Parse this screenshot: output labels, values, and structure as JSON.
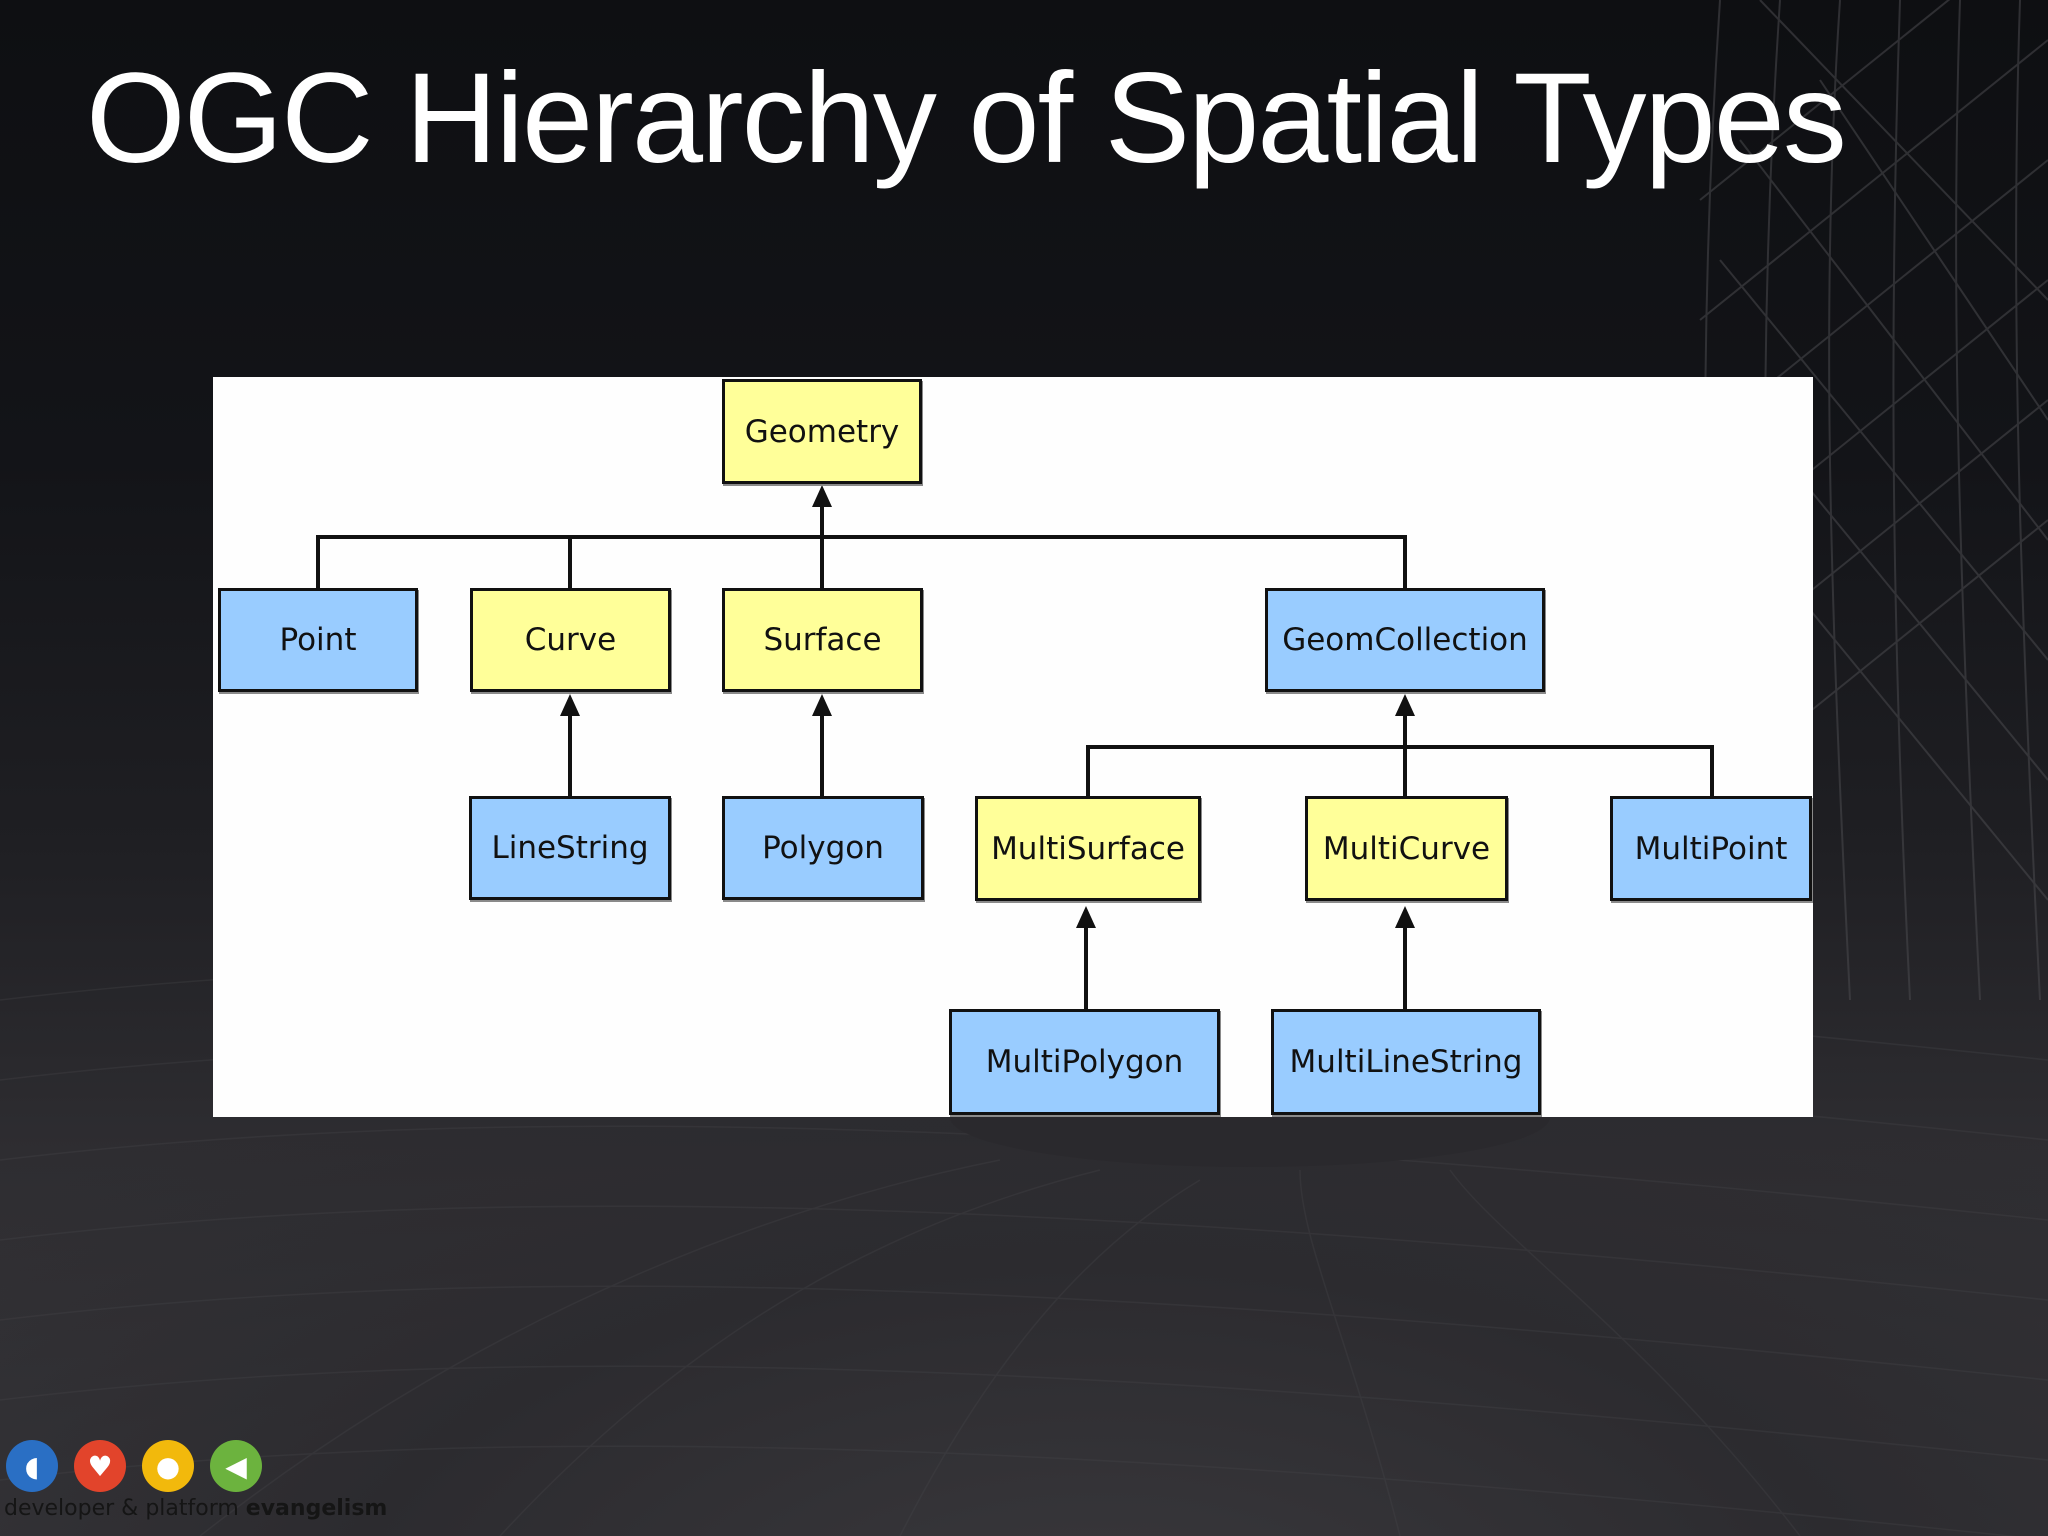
{
  "slide": {
    "title": "OGC Hierarchy of Spatial Types"
  },
  "diagram": {
    "colors": {
      "abstract": "#FFFF99",
      "concrete": "#99CCFF",
      "border": "#111111"
    },
    "nodes": {
      "geometry": {
        "label": "Geometry",
        "kind": "abstract"
      },
      "point": {
        "label": "Point",
        "kind": "concrete"
      },
      "curve": {
        "label": "Curve",
        "kind": "abstract"
      },
      "surface": {
        "label": "Surface",
        "kind": "abstract"
      },
      "geomcollection": {
        "label": "GeomCollection",
        "kind": "concrete"
      },
      "linestring": {
        "label": "LineString",
        "kind": "concrete"
      },
      "polygon": {
        "label": "Polygon",
        "kind": "concrete"
      },
      "multisurface": {
        "label": "MultiSurface",
        "kind": "abstract"
      },
      "multicurve": {
        "label": "MultiCurve",
        "kind": "abstract"
      },
      "multipoint": {
        "label": "MultiPoint",
        "kind": "concrete"
      },
      "multipolygon": {
        "label": "MultiPolygon",
        "kind": "concrete"
      },
      "multilinestring": {
        "label": "MultiLineString",
        "kind": "concrete"
      }
    },
    "edges": [
      {
        "child": "Point",
        "parent": "Geometry"
      },
      {
        "child": "Curve",
        "parent": "Geometry"
      },
      {
        "child": "Surface",
        "parent": "Geometry"
      },
      {
        "child": "GeomCollection",
        "parent": "Geometry"
      },
      {
        "child": "LineString",
        "parent": "Curve"
      },
      {
        "child": "Polygon",
        "parent": "Surface"
      },
      {
        "child": "MultiSurface",
        "parent": "GeomCollection"
      },
      {
        "child": "MultiCurve",
        "parent": "GeomCollection"
      },
      {
        "child": "MultiPoint",
        "parent": "GeomCollection"
      },
      {
        "child": "MultiPolygon",
        "parent": "MultiSurface"
      },
      {
        "child": "MultiLineString",
        "parent": "MultiCurve"
      }
    ]
  },
  "footer": {
    "icons": [
      {
        "name": "ear-icon",
        "color": "#2a6fc4",
        "glyph": "◖"
      },
      {
        "name": "heart-icon",
        "color": "#e2442b",
        "glyph": "♥"
      },
      {
        "name": "lightbulb-icon",
        "color": "#f2b90c",
        "glyph": "●"
      },
      {
        "name": "megaphone-icon",
        "color": "#6cb33e",
        "glyph": "◀"
      }
    ],
    "tagline_light": "developer & platform ",
    "tagline_bold": "evangelism"
  }
}
